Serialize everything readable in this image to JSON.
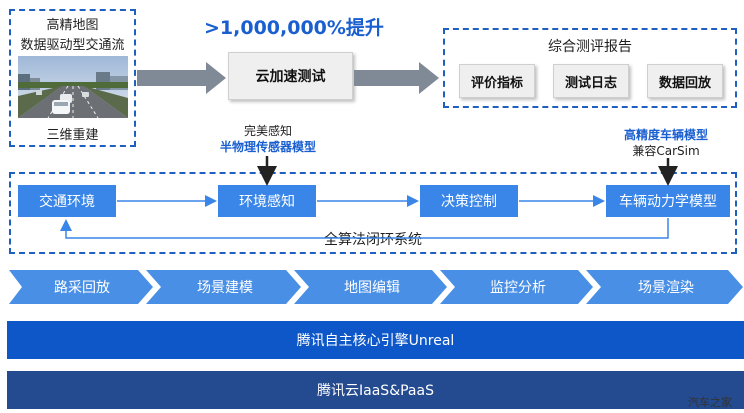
{
  "top_left": {
    "title_line1": "高精地图",
    "title_line2": "数据驱动型交通流",
    "caption": "三维重建"
  },
  "speedup_label": ">1,000,000%提升",
  "cloud_test_label": "云加速测试",
  "report": {
    "title": "综合测评报告",
    "buttons": [
      "评价指标",
      "测试日志",
      "数据回放"
    ]
  },
  "sensor_annotation": {
    "line1": "完美感知",
    "line2": "半物理传感器模型"
  },
  "vehicle_annotation": {
    "line1": "高精度车辆模型",
    "line2": "兼容CarSim"
  },
  "loop": {
    "nodes": [
      "交通环境",
      "环境感知",
      "决策控制",
      "车辆动力学模型"
    ],
    "label": "全算法闭环系统"
  },
  "pipeline": [
    "路采回放",
    "场景建模",
    "地图编辑",
    "监控分析",
    "场景渲染"
  ],
  "engine_bar": "腾讯自主核心引擎Unreal",
  "cloud_bar": "腾讯云IaaS&PaaS",
  "watermark": "汽车之家",
  "colors": {
    "accent_blue": "#3a86e8",
    "dash_blue": "#1f5fbf",
    "chevron_blue": "#4a8fe6",
    "engine_bar": "#0e57c9",
    "cloud_bar": "#244a8f",
    "title_blue": "#1a5fd0"
  }
}
